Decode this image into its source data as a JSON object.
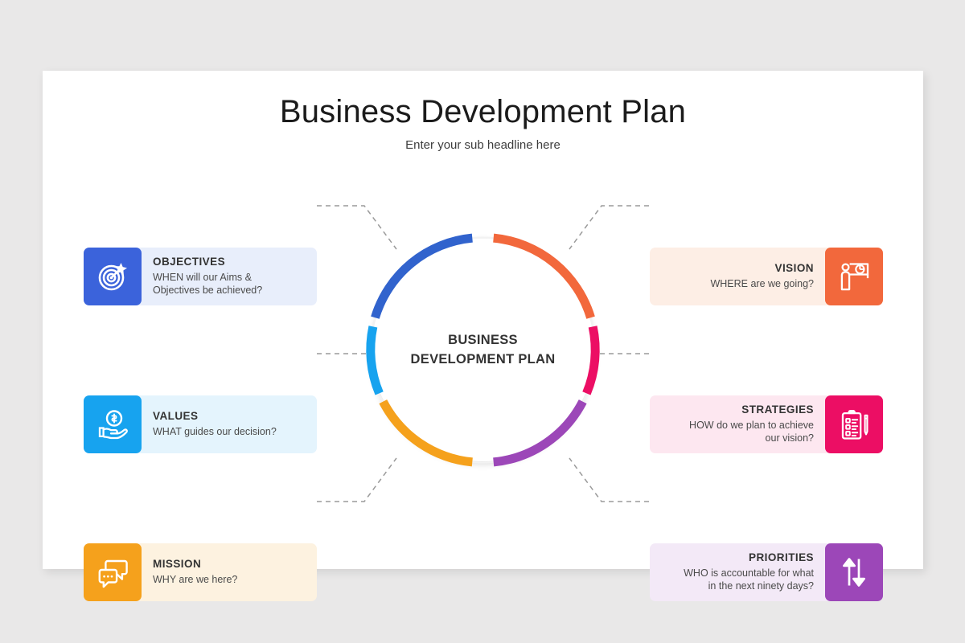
{
  "slide": {
    "title": "Business Development Plan",
    "subtitle": "Enter your sub headline here",
    "center_line1": "BUSINESS",
    "center_line2": "DEVELOPMENT PLAN"
  },
  "chart_data": {
    "type": "pie",
    "title": "Business Development Plan",
    "subtitle": "Enter your sub headline here",
    "center_label": "BUSINESS DEVELOPMENT PLAN",
    "style": "donut ring, 6 equal segments, white gaps at 12 and 6 o'clock",
    "categories": [
      "OBJECTIVES",
      "VISION",
      "STRATEGIES",
      "PRIORITIES",
      "MISSION",
      "VALUES"
    ],
    "values": [
      16.67,
      16.67,
      16.67,
      16.67,
      16.67,
      16.67
    ],
    "colors": [
      "#3163cd",
      "#f2683c",
      "#ec0e64",
      "#9c47b8",
      "#f5a31a",
      "#17a3ef"
    ],
    "legend_position": "flanking cards left and right"
  },
  "cards": [
    {
      "id": "objectives",
      "side": "left",
      "title": "OBJECTIVES",
      "desc": "WHEN will our Aims &\nObjectives be achieved?",
      "icon": "target-icon",
      "tile_color": "#3b63db",
      "panel_color": "#e8eefb"
    },
    {
      "id": "values",
      "side": "left",
      "title": "VALUES",
      "desc": "WHAT guides our decision?",
      "icon": "hand-coin-icon",
      "tile_color": "#17a3ef",
      "panel_color": "#e4f4fd"
    },
    {
      "id": "mission",
      "side": "left",
      "title": "MISSION",
      "desc": "WHY are we here?",
      "icon": "chat-bubbles-icon",
      "tile_color": "#f5a11c",
      "panel_color": "#fdf2e0"
    },
    {
      "id": "vision",
      "side": "right",
      "title": "VISION",
      "desc": "WHERE are we going?",
      "icon": "presentation-icon",
      "tile_color": "#f2683c",
      "panel_color": "#fdeee5"
    },
    {
      "id": "strategies",
      "side": "right",
      "title": "STRATEGIES",
      "desc": "HOW do we plan to achieve\nour vision?",
      "icon": "clipboard-pen-icon",
      "tile_color": "#ec0e64",
      "panel_color": "#fde7f0"
    },
    {
      "id": "priorities",
      "side": "right",
      "title": "PRIORITIES",
      "desc": "WHO is accountable for what\nin the next ninety days?",
      "icon": "up-down-arrows-icon",
      "tile_color": "#9c47b8",
      "panel_color": "#f3e9f7"
    }
  ]
}
